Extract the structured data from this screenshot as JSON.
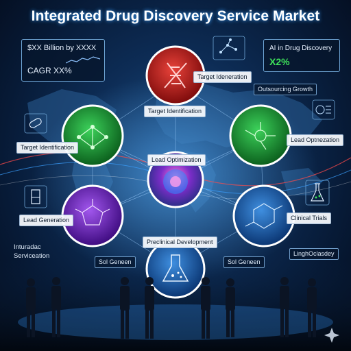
{
  "title": "Integrated Drug Discovery Service Market",
  "market_panel": {
    "value": "$XX Billion by XXXX",
    "cagr": "CAGR XX%"
  },
  "ai_panel": {
    "label": "AI in Drug Discovery",
    "value": "X2%"
  },
  "outsourcing_label": "Outsourcing Growth",
  "nodes": {
    "top": "Target Ideneration",
    "top_lower": "Target Identification",
    "left_upper": "Target Identification",
    "right_upper": "Lead Optnezation",
    "center": "Lead Optimization",
    "left_lower": "Lead Generation",
    "right_lower": "Clinical Trials",
    "bottom": "Preclinical Development"
  },
  "side_labels": {
    "left_bottom_line1": "Inturadac",
    "left_bottom_line2": "Serviceation",
    "right_bottom": "LinghOclasdey",
    "sol_left": "Sol Geneen",
    "sol_right": "Sol Geneen"
  },
  "colors": {
    "red_node": "#c21e1e",
    "green_node": "#1fa33a",
    "purple_node": "#7a2bd0",
    "blue_node": "#1f6fc4",
    "center_node": "#8a2dc8",
    "accent": "#3ee35a"
  },
  "icons": [
    "dna-icon",
    "network-icon",
    "molecule-icon",
    "flask-icon",
    "capsule-icon",
    "chemistry-icon",
    "ai-chart-icon",
    "dashboard-icon",
    "handshake-icon"
  ]
}
